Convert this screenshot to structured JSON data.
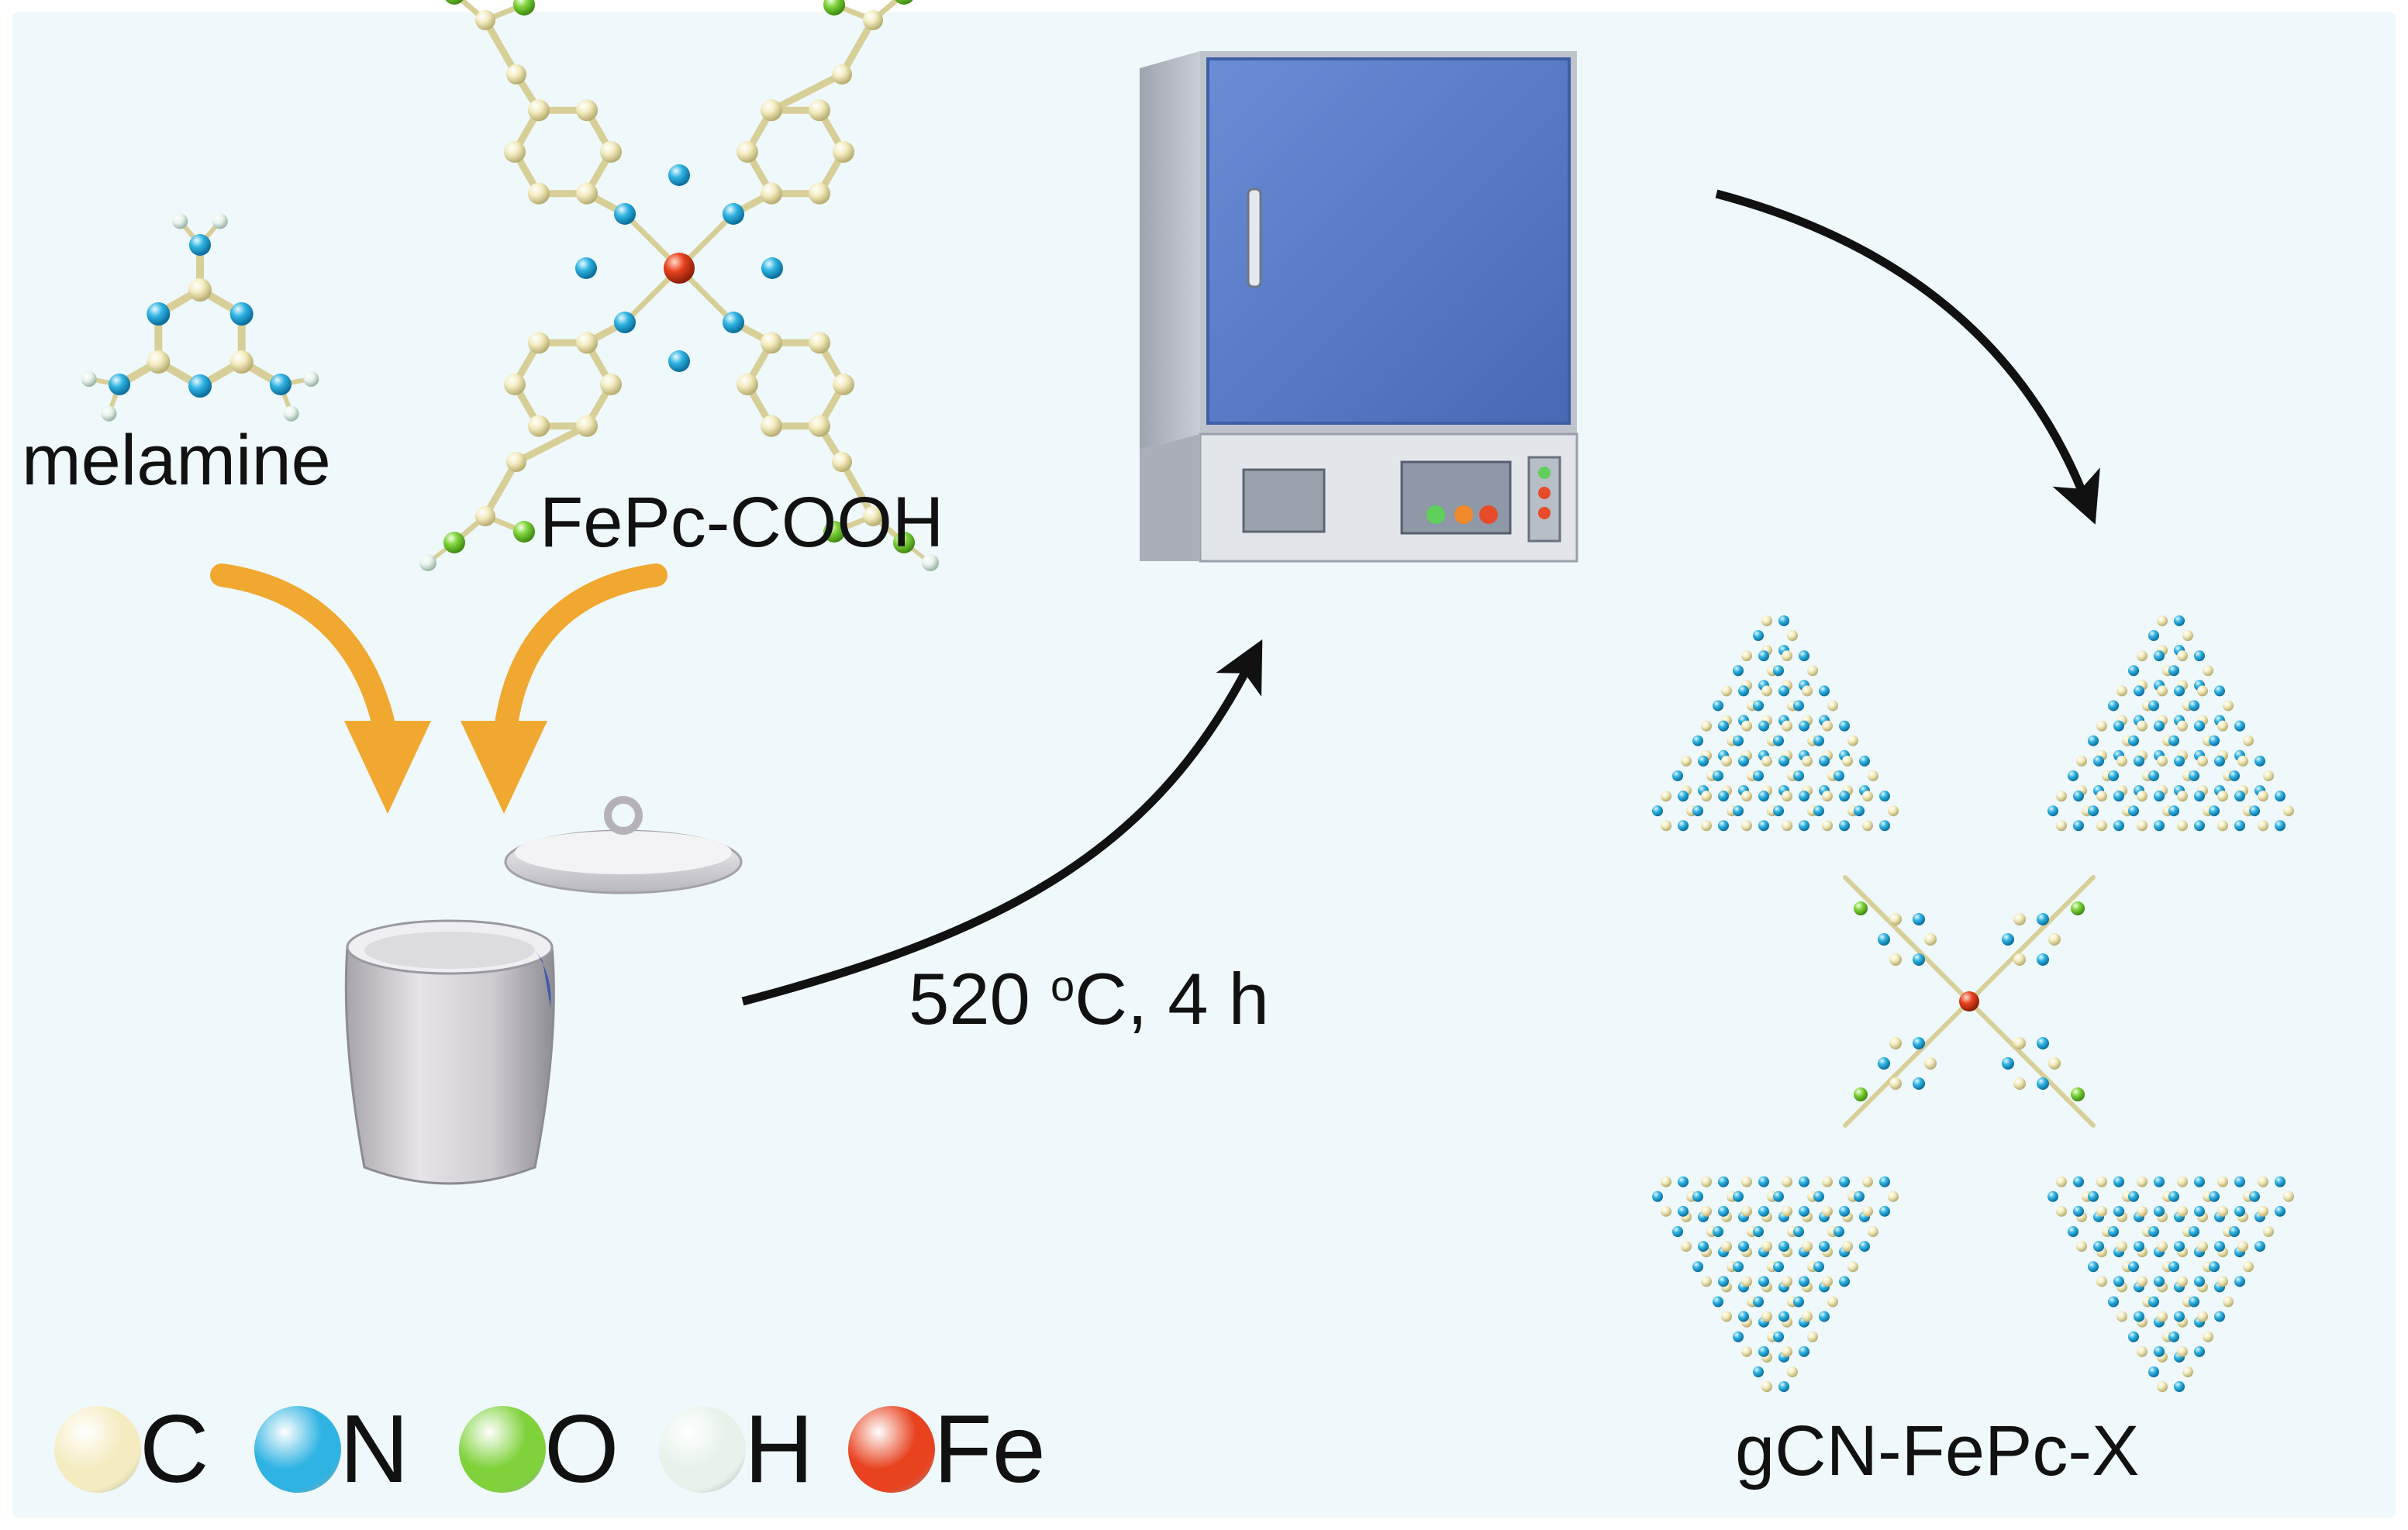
{
  "labels": {
    "melamine": "melamine",
    "precursor": "FePc-COOH",
    "condition_temp": "520 ",
    "condition_degree": "o",
    "condition_rest": "C, 4 h",
    "product": "gCN-FePc-X"
  },
  "legend": [
    {
      "symbol": "C",
      "color": "#f4ecc0"
    },
    {
      "symbol": "N",
      "color": "#2fb3e3"
    },
    {
      "symbol": "O",
      "color": "#7fd23a"
    },
    {
      "symbol": "H",
      "color": "#e6f2ea"
    },
    {
      "symbol": "Fe",
      "color": "#e8421f"
    }
  ],
  "colors": {
    "background": "#eff8fb",
    "mixing_arrows": "#f0a830",
    "process_arrows": "#111111",
    "furnace_door": "#5579c6",
    "furnace_body": "#c9ced6",
    "crucible": "#cfcdd2"
  },
  "icons": [
    "melamine-molecule",
    "fepc-cooh-molecule",
    "crucible-icon",
    "crucible-lid-icon",
    "muffle-furnace-icon",
    "gcn-fepc-network"
  ]
}
